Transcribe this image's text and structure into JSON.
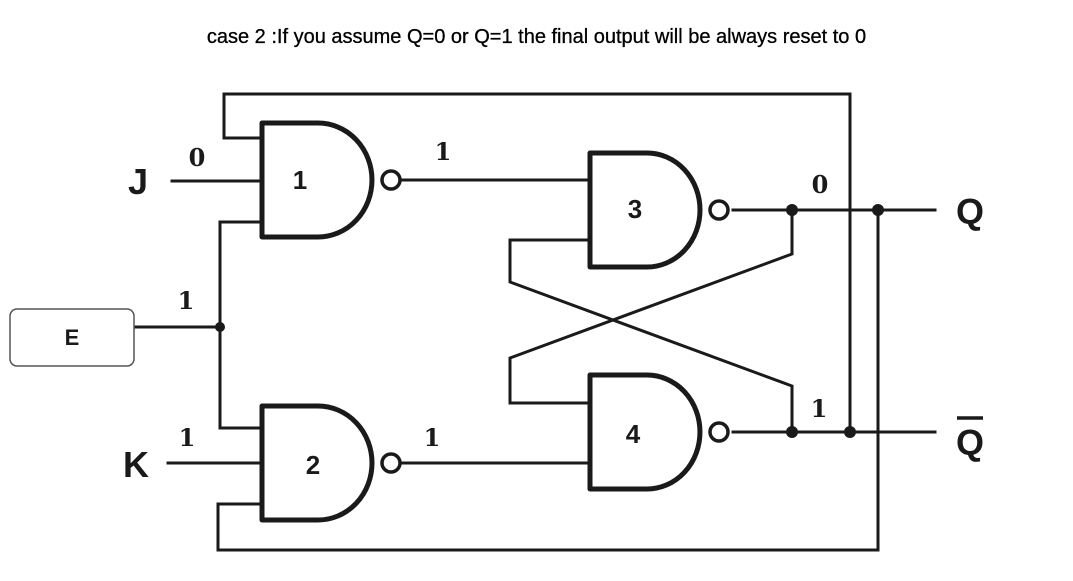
{
  "caption": "case 2 :If you assume Q=0 or Q=1 the final output will be always reset to 0",
  "inputs": {
    "j": "J",
    "k": "K",
    "enable": "E"
  },
  "outputs": {
    "q": "Q",
    "q_bar": "Q"
  },
  "gates": [
    "1",
    "2",
    "3",
    "4"
  ],
  "bits": {
    "j_in": "0",
    "e_in": "1",
    "k_in": "1",
    "gate1_out": "1",
    "gate2_out": "1",
    "q_out": "0",
    "qbar_out": "1"
  }
}
